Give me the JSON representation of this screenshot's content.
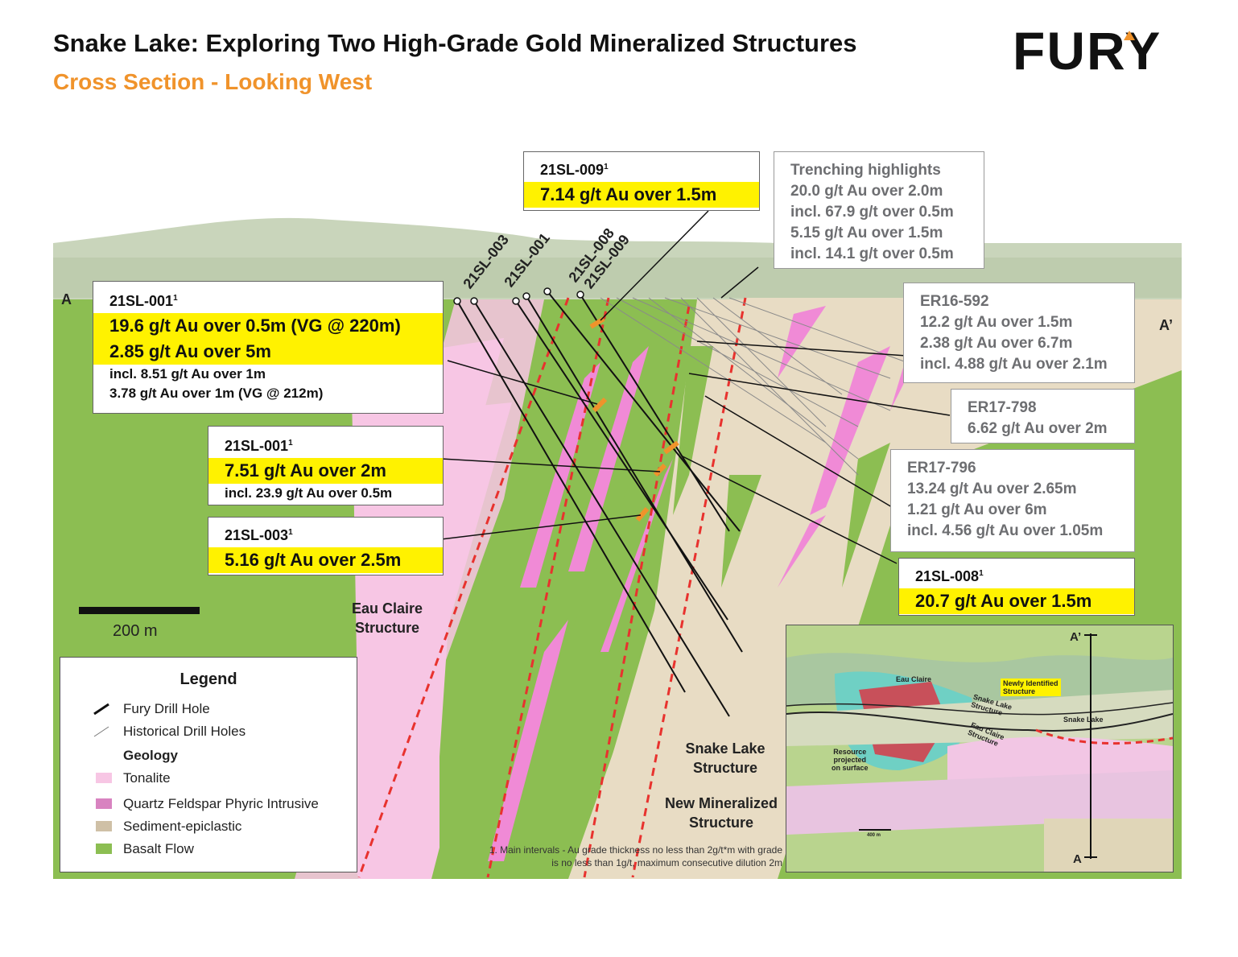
{
  "title": "Snake Lake: Exploring Two High-Grade Gold Mineralized Structures",
  "subtitle": "Cross Section - Looking West",
  "logo_text": "FURY",
  "section": {
    "label_a": "A",
    "label_a_prime": "A’",
    "scale_label": "200 m",
    "drill_labels": [
      "21SL-003",
      "21SL-001",
      "21SL-008",
      "21SL-009"
    ]
  },
  "callouts": {
    "sl009": {
      "hole": "21SL-009",
      "sup": "1",
      "highlight": "7.14 g/t Au over 1.5m"
    },
    "sl001_a": {
      "hole": "21SL-001",
      "sup": "1",
      "highlight1": "19.6 g/t Au over 0.5m (VG @ 220m)",
      "highlight2": "2.85 g/t Au over 5m",
      "line1": "incl. 8.51 g/t Au over 1m",
      "line2": "3.78 g/t Au over 1m (VG @ 212m)"
    },
    "sl001_b": {
      "hole": "21SL-001",
      "sup": "1",
      "highlight": "7.51 g/t Au over 2m",
      "line1": "incl. 23.9 g/t Au over 0.5m"
    },
    "sl003": {
      "hole": "21SL-003",
      "sup": "1",
      "highlight": "5.16 g/t Au over 2.5m"
    },
    "sl008": {
      "hole": "21SL-008",
      "sup": "1",
      "highlight": "20.7 g/t Au over 1.5m"
    },
    "trenching": [
      "Trenching highlights",
      "20.0 g/t Au over 2.0m",
      "incl. 67.9 g/t over 0.5m",
      "5.15 g/t Au over 1.5m",
      "incl. 14.1 g/t over 0.5m"
    ],
    "er16_592": [
      "ER16-592",
      "12.2 g/t Au over 1.5m",
      "2.38 g/t Au over 6.7m",
      "incl. 4.88 g/t Au over 2.1m"
    ],
    "er17_798": [
      "ER17-798",
      "6.62 g/t Au over 2m"
    ],
    "er17_796": [
      "ER17-796",
      "13.24 g/t Au over 2.65m",
      "1.21 g/t Au over 6m",
      "incl. 4.56 g/t Au over 1.05m"
    ]
  },
  "structures": {
    "eau_claire": [
      "Eau Claire",
      "Structure"
    ],
    "snake_lake": [
      "Snake Lake",
      "Structure"
    ],
    "new_mineralized": [
      "New Mineralized",
      "Structure"
    ]
  },
  "legend": {
    "title": "Legend",
    "fury_drill": "Fury Drill Hole",
    "historical_drill": "Historical Drill Holes",
    "geology_heading": "Geology",
    "items": [
      {
        "label": "Tonalite",
        "color": "#f7c6e4"
      },
      {
        "label": "Quartz Feldspar Phyric Intrusive",
        "color": "#d883c0"
      },
      {
        "label": "Sediment-epiclastic",
        "color": "#cfc0a6"
      },
      {
        "label": "Basalt Flow",
        "color": "#8cbe52"
      }
    ]
  },
  "footnote": [
    "1. Main intervals - Au grade thickness no less than 2g/t*m with grade",
    "is no less than 1g/t, maximum consecutive dilution 2m"
  ],
  "inset": {
    "eau_claire": "Eau Claire",
    "snake_lake_structure": [
      "Snake Lake",
      "Structure"
    ],
    "eau_claire_structure": [
      "Eau Claire",
      "Structure"
    ],
    "newly_identified": [
      "Newly Identified",
      "Structure"
    ],
    "snake_lake": "Snake Lake",
    "resource": [
      "Resource",
      "projected",
      "on surface"
    ],
    "a_prime": "A’",
    "a": "A",
    "scale": "400 m"
  },
  "colors": {
    "basalt": "#8cbe52",
    "tonalite": "#f7c6e4",
    "qfp": "#f08ad6",
    "sediment": "#e8dcc4",
    "highlight": "#fff200",
    "accent": "#f0932b",
    "structure_line": "#e8322e"
  }
}
